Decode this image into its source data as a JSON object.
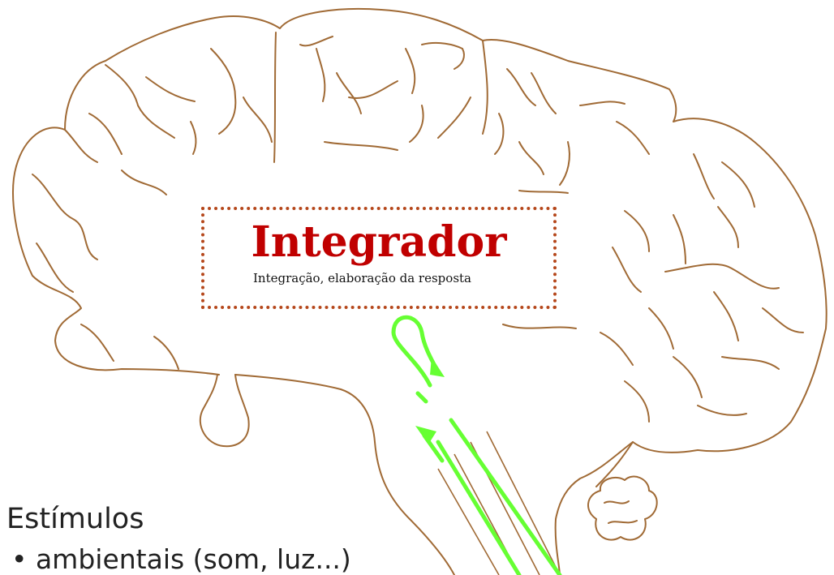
{
  "integrator": {
    "title": "Integrador",
    "subtitle": "Integração, elaboração da resposta"
  },
  "stimuli": {
    "heading": "Estímulos",
    "items": [
      "• ambientais (som, luz...)"
    ]
  },
  "colors": {
    "brain_outline": "#a06a35",
    "box_border": "#b5471b",
    "title": "#c00000",
    "arrow": "#66ff33"
  }
}
